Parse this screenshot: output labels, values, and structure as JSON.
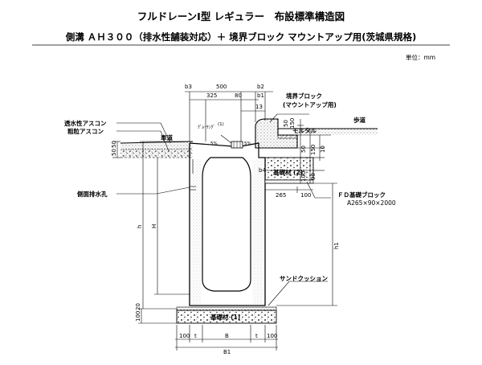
{
  "title": "フルドレーンⅠ型 レギュラー　布設標準構造図",
  "subtitle": "側溝 ＡＨ３００（排水性舗装対応）＋ 境界ブロック マウントアップ用(茨城県規格)",
  "unit": "単位：mm",
  "labels": {
    "permeable_ascon": "透水性アスコン",
    "coarse_ascon": "粗粒アスコン",
    "roadway": "車道",
    "grating": "ｸﾞﾚｰﾁﾝｸﾞ",
    "grating_note": "(1)",
    "boundary_block_1": "境界ブロック",
    "boundary_block_2": "(マウントアップ用)",
    "mortar": "モルタル",
    "sidewalk": "歩道",
    "base_material_2": "基礎材 (2)",
    "side_drain_hole": "側面排水孔",
    "fd_block": "ＦＤ基礎ブロック",
    "fd_block_size": "A265×90×2000",
    "sand_cushion": "サンドクッション",
    "base_material_1": "基礎材 (1)",
    "slope_left": "5%",
    "slope_right": "5%"
  },
  "dimensions": {
    "b3": "b3",
    "b2": "b2",
    "b1": "b1",
    "b4": "b4",
    "w500": "500",
    "w325": "325",
    "w80": "80",
    "w13": "13",
    "w265": "265",
    "w100_fd": "100",
    "h50_a": "50",
    "h50_b": "50",
    "h150_a": "150",
    "h50_c": "50",
    "h150_b": "150",
    "h10": "10",
    "h100": "100",
    "h90": "90",
    "h_h": "h",
    "h_H": "H",
    "h1": "h1",
    "h100_bot": "100",
    "h20": "20",
    "bot_100_l": "100",
    "bot_t_l": "t",
    "bot_B": "B",
    "bot_t_r": "t",
    "bot_100_r": "100",
    "bot_B1": "B1"
  }
}
